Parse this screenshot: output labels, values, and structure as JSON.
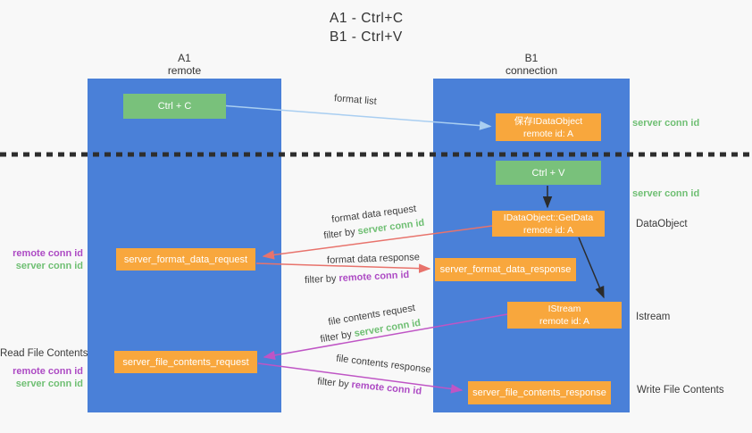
{
  "title": {
    "line1": "A1 - Ctrl+C",
    "line2": "B1 - Ctrl+V"
  },
  "columns": {
    "left": {
      "id": "A1",
      "name": "remote"
    },
    "right": {
      "id": "B1",
      "name": "connection"
    }
  },
  "boxes": {
    "ctrl_c": {
      "label": "Ctrl + C"
    },
    "save_idataobject": {
      "line1": "保存IDataObject",
      "line2": "remote id: A"
    },
    "ctrl_v": {
      "label": "Ctrl + V"
    },
    "idataobject_getdata": {
      "line1": "IDataObject::GetData",
      "line2": "remote id: A"
    },
    "server_format_data_request": {
      "label": "server_format_data_request"
    },
    "server_format_data_response": {
      "label": "server_format_data_response"
    },
    "istream": {
      "line1": "IStream",
      "line2": "remote id: A"
    },
    "server_file_contents_request": {
      "label": "server_file_contents_request"
    },
    "server_file_contents_response": {
      "label": "server_file_contents_response"
    }
  },
  "flow_labels": {
    "format_list": "format list",
    "format_data_request": "format data request",
    "format_data_response": "format data response",
    "file_contents_request": "file contents request",
    "file_contents_response": "file contents response",
    "filter_by": "filter by",
    "server_conn_id": "server conn id",
    "remote_conn_id": "remote conn id"
  },
  "side_labels": {
    "dataobject": "DataObject",
    "istream": "Istream",
    "read_file_contents": "Read File Contents",
    "write_file_contents": "Write File Contents",
    "server_conn_id": "server conn id",
    "remote_conn_id": "remote conn id"
  },
  "colors": {
    "column_blue": "#4a80d8",
    "box_green": "#79c17b",
    "box_orange": "#f8a73d",
    "green_text": "#6fbf73",
    "magenta_text": "#ad4bc4",
    "red_arrow": "#e8736c",
    "magenta_arrow": "#bf55c5",
    "blue_arrow": "#a9cef1"
  }
}
